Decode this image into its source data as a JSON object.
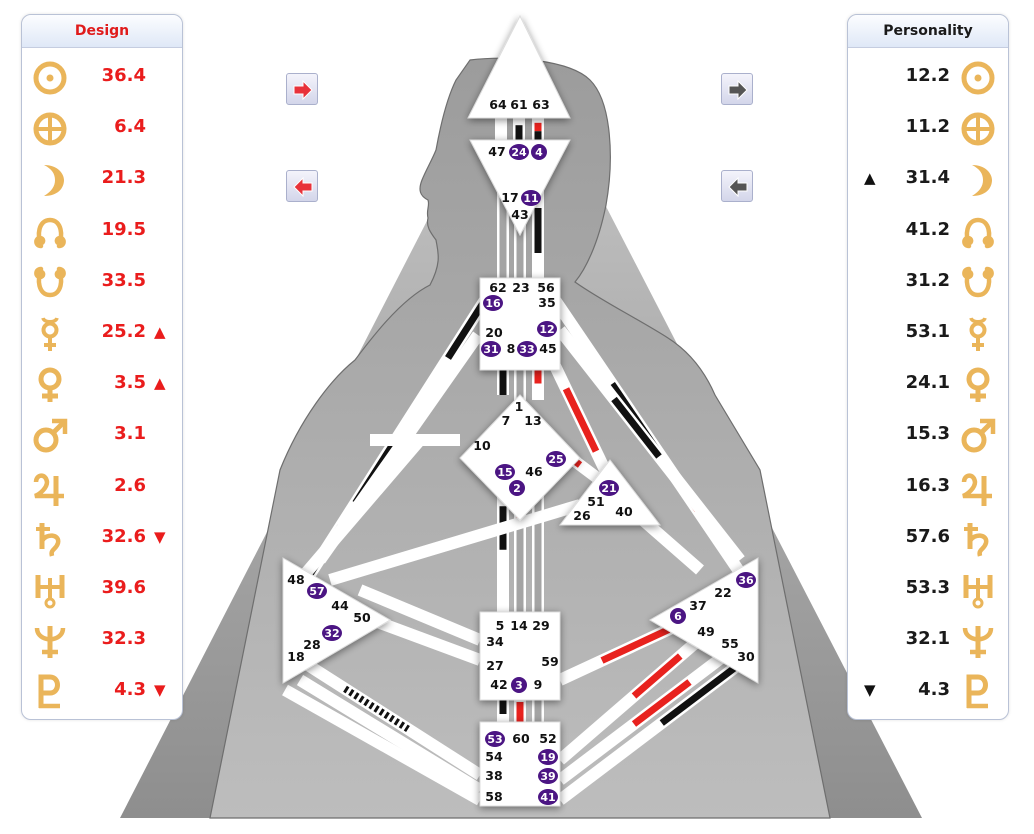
{
  "design": {
    "title": "Design",
    "rows": [
      {
        "planet": "sun-icon",
        "value": "36.4",
        "mark": ""
      },
      {
        "planet": "earth-icon",
        "value": "6.4",
        "mark": ""
      },
      {
        "planet": "moon-icon",
        "value": "21.3",
        "mark": ""
      },
      {
        "planet": "north-node-icon",
        "value": "19.5",
        "mark": ""
      },
      {
        "planet": "south-node-icon",
        "value": "33.5",
        "mark": ""
      },
      {
        "planet": "mercury-icon",
        "value": "25.2",
        "mark": "▲"
      },
      {
        "planet": "venus-icon",
        "value": "3.5",
        "mark": "▲"
      },
      {
        "planet": "mars-icon",
        "value": "3.1",
        "mark": ""
      },
      {
        "planet": "jupiter-icon",
        "value": "2.6",
        "mark": ""
      },
      {
        "planet": "saturn-icon",
        "value": "32.6",
        "mark": "▼"
      },
      {
        "planet": "uranus-icon",
        "value": "39.6",
        "mark": ""
      },
      {
        "planet": "neptune-icon",
        "value": "32.3",
        "mark": ""
      },
      {
        "planet": "pluto-icon",
        "value": "4.3",
        "mark": "▼"
      }
    ]
  },
  "personality": {
    "title": "Personality",
    "rows": [
      {
        "planet": "sun-icon",
        "value": "12.2",
        "mark": ""
      },
      {
        "planet": "earth-icon",
        "value": "11.2",
        "mark": ""
      },
      {
        "planet": "moon-icon",
        "value": "31.4",
        "mark": "▲"
      },
      {
        "planet": "north-node-icon",
        "value": "41.2",
        "mark": ""
      },
      {
        "planet": "south-node-icon",
        "value": "31.2",
        "mark": ""
      },
      {
        "planet": "mercury-icon",
        "value": "53.1",
        "mark": ""
      },
      {
        "planet": "venus-icon",
        "value": "24.1",
        "mark": ""
      },
      {
        "planet": "mars-icon",
        "value": "15.3",
        "mark": ""
      },
      {
        "planet": "jupiter-icon",
        "value": "16.3",
        "mark": ""
      },
      {
        "planet": "saturn-icon",
        "value": "57.6",
        "mark": ""
      },
      {
        "planet": "uranus-icon",
        "value": "53.3",
        "mark": ""
      },
      {
        "planet": "neptune-icon",
        "value": "32.1",
        "mark": ""
      },
      {
        "planet": "pluto-icon",
        "value": "4.3",
        "mark": "▼"
      }
    ]
  },
  "colors": {
    "design": "#e8221e",
    "personality": "#111111",
    "gold": "#eab55a",
    "active_gate": "#4b1583",
    "bodygraph_gray": "#9a9a9a"
  },
  "gates": {
    "g64": "64",
    "g61": "61",
    "g63": "63",
    "g47": "47",
    "g24": "24",
    "g4": "4",
    "g17": "17",
    "g11": "11",
    "g43": "43",
    "g62": "62",
    "g23": "23",
    "g56": "56",
    "g16": "16",
    "g35": "35",
    "g20": "20",
    "g12": "12",
    "g31": "31",
    "g8": "8",
    "g33": "33",
    "g45": "45",
    "g1": "1",
    "g7": "7",
    "g13": "13",
    "g10": "10",
    "g25": "25",
    "g15": "15",
    "g46": "46",
    "g2": "2",
    "g21": "21",
    "g51": "51",
    "g26": "26",
    "g40": "40",
    "g48": "48",
    "g57": "57",
    "g44": "44",
    "g50": "50",
    "g32": "32",
    "g28": "28",
    "g18": "18",
    "g36": "36",
    "g22": "22",
    "g37": "37",
    "g6": "6",
    "g49": "49",
    "g55": "55",
    "g30": "30",
    "g5": "5",
    "g14": "14",
    "g29": "29",
    "g34": "34",
    "g27": "27",
    "g59": "59",
    "g42": "42",
    "g3": "3",
    "g9": "9",
    "g53": "53",
    "g60": "60",
    "g52": "52",
    "g54": "54",
    "g19": "19",
    "g38": "38",
    "g39": "39",
    "g58": "58",
    "g41": "41"
  }
}
